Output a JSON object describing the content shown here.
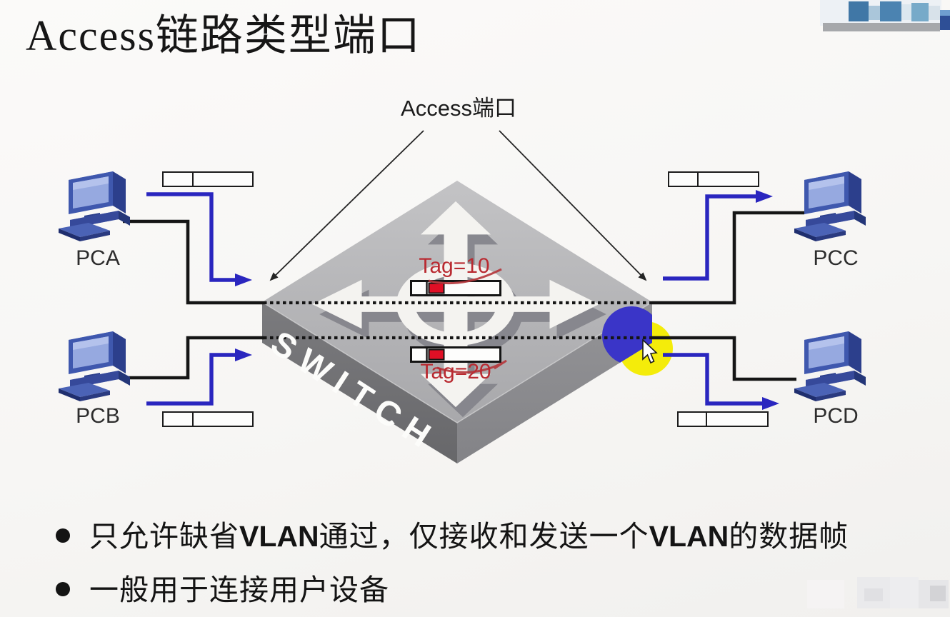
{
  "slide": {
    "title": "Access链路类型端口"
  },
  "diagram": {
    "access_port_label": "Access端口",
    "switch_label": "SWITCH",
    "tags": {
      "vlan10": "Tag=10",
      "vlan20": "Tag=20"
    },
    "pc_labels": {
      "pca": "PCA",
      "pcb": "PCB",
      "pcc": "PCC",
      "pcd": "PCD"
    }
  },
  "bullets": [
    {
      "segments": [
        {
          "text": "只允许缺省",
          "bold": false
        },
        {
          "text": "VLAN",
          "bold": true
        },
        {
          "text": "通过，仅接收和发送一个",
          "bold": false
        },
        {
          "text": "VLAN",
          "bold": true
        },
        {
          "text": "的数据帧",
          "bold": false
        }
      ]
    },
    {
      "segments": [
        {
          "text": "一般用于连接用户设备",
          "bold": false
        }
      ]
    }
  ],
  "colors": {
    "arrow_blue": "#2a26bf",
    "line_black": "#151515",
    "tag_text_red": "#b92a31",
    "frame_red": "#e00f25",
    "switch_top": "#b4b4b6",
    "switch_left": "#737376",
    "switch_right": "#8d8d90",
    "highlight_yellow": "#f4ec0a",
    "highlight_blue": "#3a35c8",
    "pc_blue": "#3f58ae"
  }
}
